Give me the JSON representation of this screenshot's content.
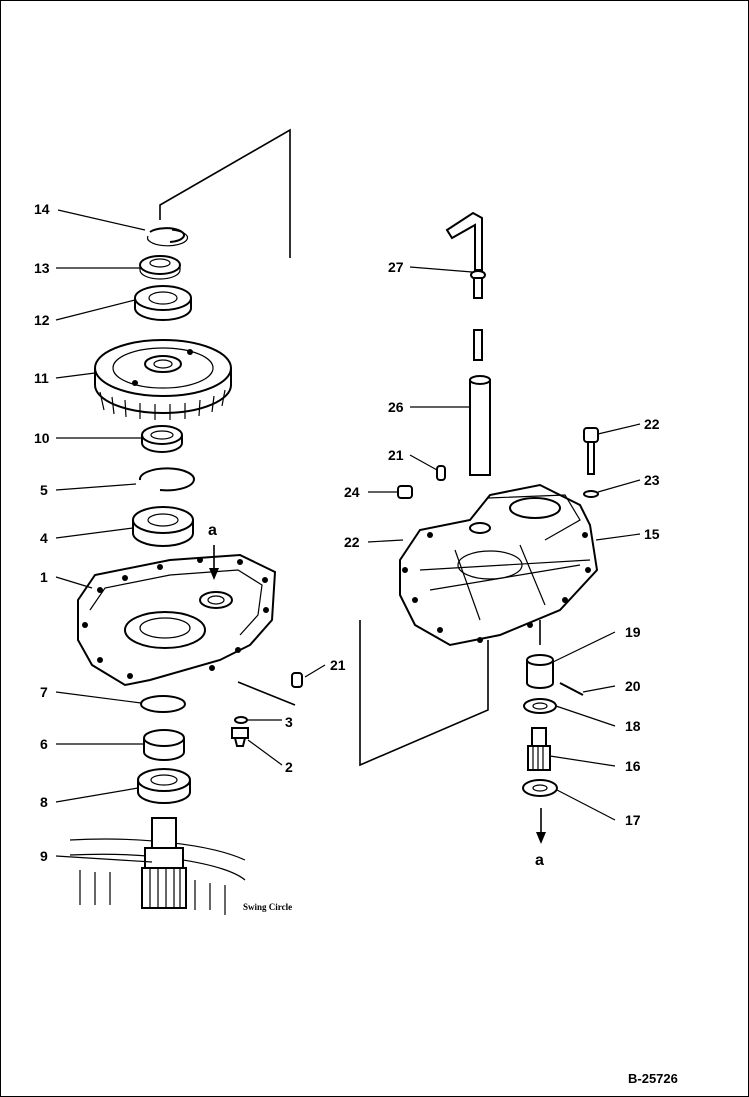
{
  "callouts": {
    "p1": "1",
    "p2": "2",
    "p3": "3",
    "p4": "4",
    "p5": "5",
    "p6": "6",
    "p7": "7",
    "p8": "8",
    "p9": "9",
    "p10": "10",
    "p11": "11",
    "p12": "12",
    "p13": "13",
    "p14": "14",
    "p15": "15",
    "p16": "16",
    "p17": "17",
    "p18": "18",
    "p19": "19",
    "p20": "20",
    "p21a": "21",
    "p21b": "21",
    "p22": "22",
    "p23": "23",
    "p24": "24",
    "p25": "22",
    "p26": "26",
    "p27": "27"
  },
  "reference_a_top": "a",
  "reference_a_bottom": "a",
  "swing_circle_label": "Swing Circle",
  "drawing_code": "B-25726"
}
